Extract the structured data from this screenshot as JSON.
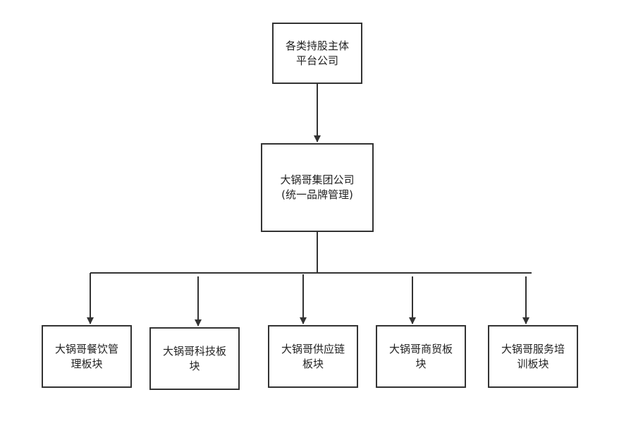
{
  "diagram": {
    "root": {
      "label": "各类持股主体\n平台公司"
    },
    "group": {
      "label": "大锅哥集团公司\n(统一品牌管理)"
    },
    "branches": [
      {
        "label": "大锅哥餐饮管\n理板块"
      },
      {
        "label": "大锅哥科技板\n块"
      },
      {
        "label": "大锅哥供应链\n板块"
      },
      {
        "label": "大锅哥商贸板\n块"
      },
      {
        "label": "大锅哥服务培\n训板块"
      }
    ],
    "colors": {
      "line": "#333333",
      "border": "#333333",
      "text": "#222222"
    }
  }
}
